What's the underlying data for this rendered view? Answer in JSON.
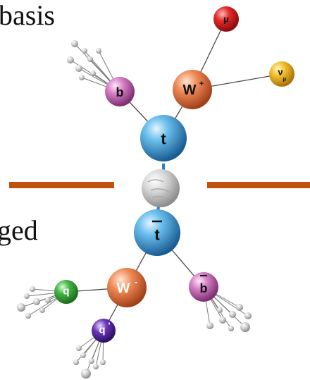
{
  "text_fragments": {
    "top": "basis",
    "middle": "ged"
  },
  "colors": {
    "separator_bar": "#c2500f",
    "top_quark": "#3a8fd0",
    "bottom_quark": "#c15aa8",
    "w_boson": "#e0703c",
    "muon": "#d81b1b",
    "neutrino": "#e9b21d",
    "light_quark_q": "#3aa63a",
    "light_quark_q_prime": "#5a2aa0",
    "gluon_blob": "#cfcfcf",
    "jet_particle": "#bdbdbd"
  },
  "diagram": {
    "upper_decay": {
      "top": {
        "label": "t",
        "icon": "top-quark-sphere"
      },
      "bottom": {
        "label": "b",
        "icon": "bottom-quark-sphere"
      },
      "w": {
        "label": "W",
        "charge": "+",
        "icon": "w-boson-sphere"
      },
      "muon": {
        "label": "μ",
        "icon": "muon-sphere"
      },
      "neutrino": {
        "label": "ν",
        "sub": "μ",
        "icon": "neutrino-sphere"
      }
    },
    "center": {
      "icon": "gluon-blob"
    },
    "lower_decay": {
      "antitop": {
        "label": "t",
        "icon": "antitop-quark-sphere"
      },
      "antibottom": {
        "label": "b",
        "icon": "antibottom-quark-sphere"
      },
      "w": {
        "label": "W",
        "charge": "-",
        "icon": "w-boson-sphere"
      },
      "q": {
        "label": "q",
        "icon": "light-quark-sphere"
      },
      "q_prime": {
        "label": "q",
        "prime": "'",
        "icon": "light-quark-sphere"
      }
    }
  }
}
